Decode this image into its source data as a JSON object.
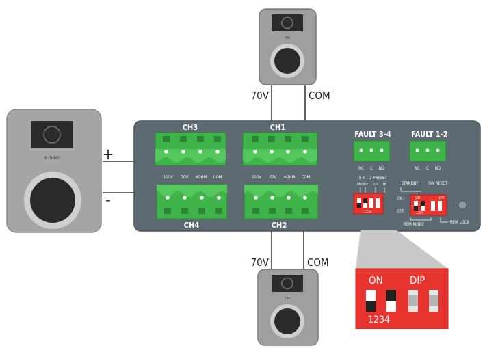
{
  "speakers": {
    "top": {
      "badge": "70V"
    },
    "left": {
      "badge": "8 OHMS"
    },
    "bottom": {
      "badge": "70V"
    }
  },
  "wires": {
    "top_left": "70V",
    "top_right": "COM",
    "plus": "+",
    "minus": "-",
    "bottom_left": "70V",
    "bottom_right": "COM"
  },
  "amp": {
    "channels": {
      "ch3": "CH3",
      "ch1": "CH1",
      "ch4": "CH4",
      "ch2": "CH2"
    },
    "terminal_labels": [
      "100V",
      "70V",
      "4OHM",
      "COM"
    ],
    "fault_34": {
      "title": "FAULT 3-4",
      "pins": [
        "NC",
        "C",
        "NO"
      ]
    },
    "fault_12": {
      "title": "FAULT 1-2",
      "pins": [
        "NC",
        "C",
        "NO"
      ]
    },
    "dip_a": {
      "header": "3-4  1-2  PRESET",
      "sub": [
        "VMODE",
        "LO",
        "HI"
      ],
      "side_on": "ON",
      "side_off": "OFF",
      "nums": "1234"
    },
    "dip_b": {
      "header_left": "STANDBY",
      "header_right": "SW RESET",
      "on": "ON",
      "dip": "DIP",
      "nums": "1234",
      "rem_mode": "REM MODE",
      "rem_lock": "REM LOCK"
    }
  },
  "zoom": {
    "on_label": "ON",
    "dip_label": "DIP",
    "nums": "1234",
    "switches": [
      "down",
      "up",
      "neutral",
      "neutral"
    ]
  },
  "colors": {
    "panel": "#5e6a72",
    "terminal": "#3fb44a",
    "dip_red": "#e8342e",
    "speaker": "#9d9d9d"
  }
}
